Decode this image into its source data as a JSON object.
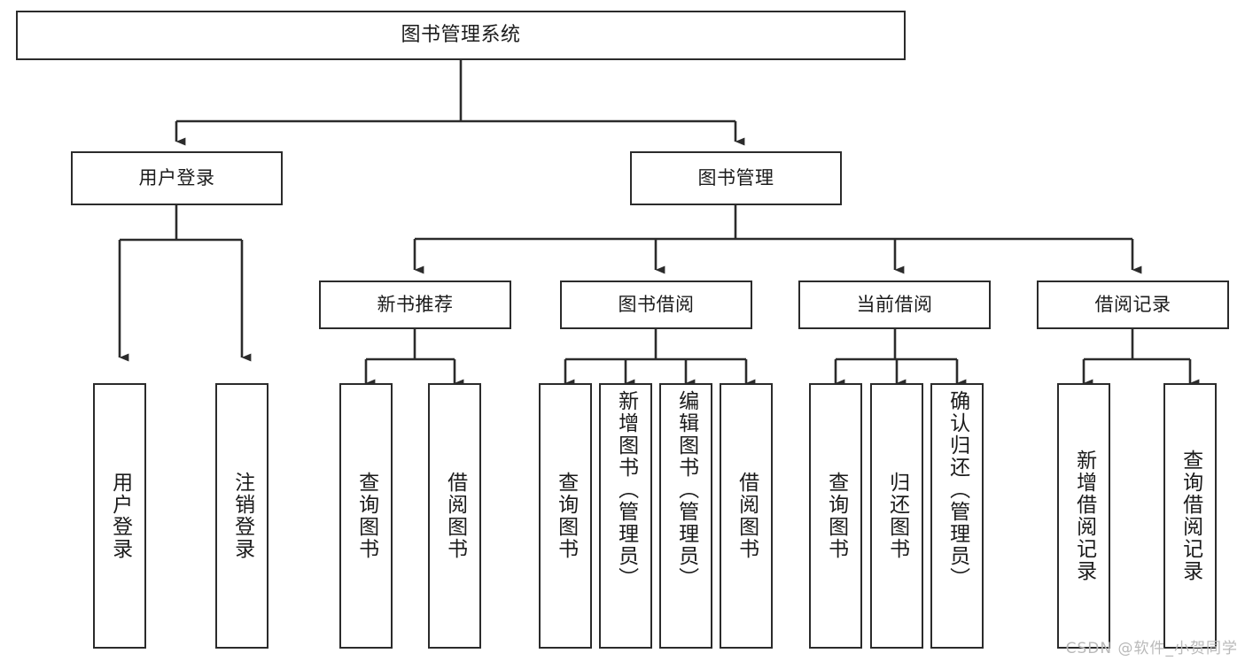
{
  "diagram": {
    "type": "tree",
    "title": "图书管理系统",
    "root": {
      "label": "图书管理系统"
    },
    "level2": [
      {
        "id": "user-login",
        "label": "用户登录"
      },
      {
        "id": "book-manage",
        "label": "图书管理"
      }
    ],
    "level3": [
      {
        "id": "new-book-recommend",
        "label": "新书推荐",
        "parent": "book-manage"
      },
      {
        "id": "book-borrow",
        "label": "图书借阅",
        "parent": "book-manage"
      },
      {
        "id": "current-borrow",
        "label": "当前借阅",
        "parent": "book-manage"
      },
      {
        "id": "borrow-record",
        "label": "借阅记录",
        "parent": "book-manage"
      }
    ],
    "leaves": [
      {
        "id": "leaf-user-login",
        "label": "用户登录",
        "parent": "user-login"
      },
      {
        "id": "leaf-logout",
        "label": "注销登录",
        "parent": "user-login"
      },
      {
        "id": "leaf-query-book-1",
        "label": "查询图书",
        "parent": "new-book-recommend"
      },
      {
        "id": "leaf-borrow-book-1",
        "label": "借阅图书",
        "parent": "new-book-recommend"
      },
      {
        "id": "leaf-query-book-2",
        "label": "查询图书",
        "parent": "book-borrow"
      },
      {
        "id": "leaf-add-book",
        "label": "新增图书（管理员）",
        "parent": "book-borrow"
      },
      {
        "id": "leaf-edit-book",
        "label": "编辑图书（管理员）",
        "parent": "book-borrow"
      },
      {
        "id": "leaf-borrow-book-2",
        "label": "借阅图书",
        "parent": "book-borrow"
      },
      {
        "id": "leaf-query-book-3",
        "label": "查询图书",
        "parent": "current-borrow"
      },
      {
        "id": "leaf-return-book",
        "label": "归还图书",
        "parent": "current-borrow"
      },
      {
        "id": "leaf-confirm-return",
        "label": "确认归还（管理员）",
        "parent": "current-borrow"
      },
      {
        "id": "leaf-add-record",
        "label": "新增借阅记录",
        "parent": "borrow-record"
      },
      {
        "id": "leaf-query-record",
        "label": "查询借阅记录",
        "parent": "borrow-record"
      }
    ],
    "colors": {
      "box_border": "#2b2b2b",
      "box_fill": "#ffffff",
      "edge": "#2b2b2b",
      "text": "#1b1b1b",
      "watermark": "#b9b9b9"
    }
  },
  "watermark": {
    "text": "CSDN @软件_小贺同学"
  }
}
